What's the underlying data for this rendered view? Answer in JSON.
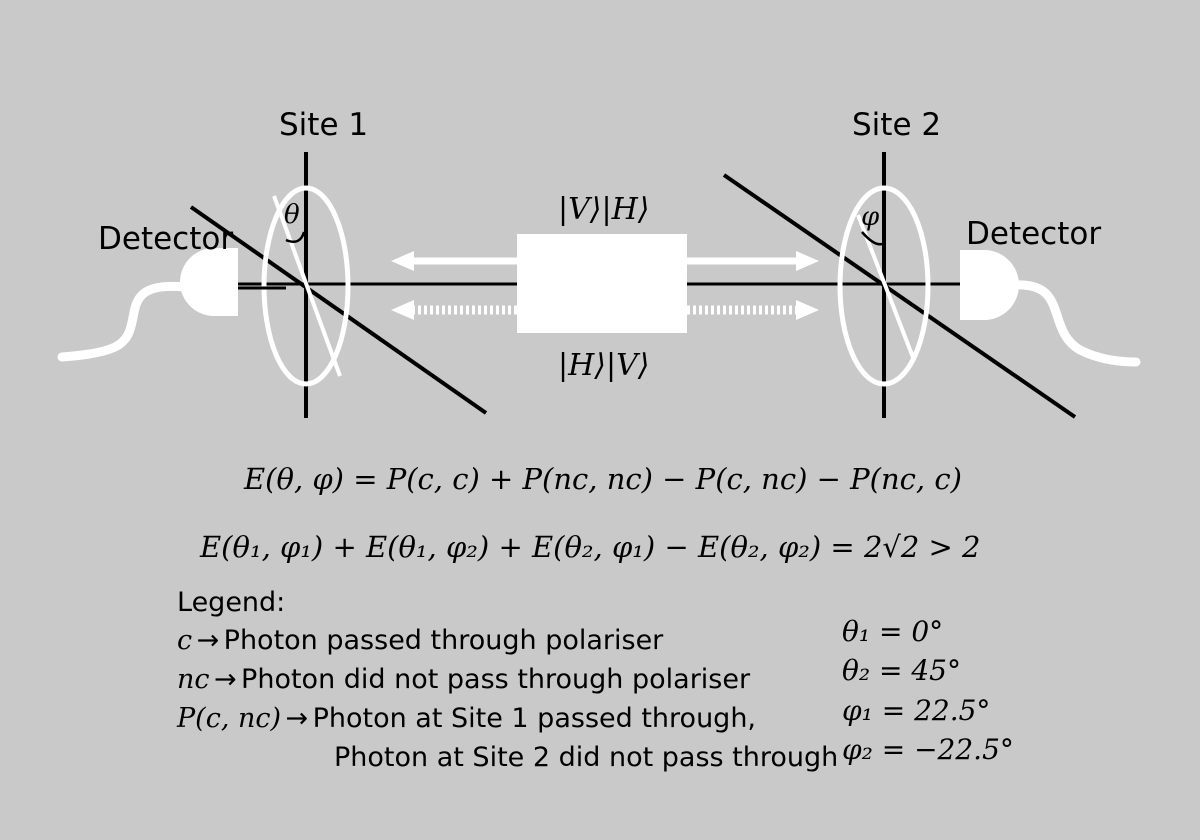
{
  "labels": {
    "site1": "Site 1",
    "site2": "Site 2",
    "detector_left": "Detector",
    "detector_right": "Detector",
    "theta_angle": "θ",
    "phi_angle": "φ",
    "ket_top": "|V⟩|H⟩",
    "ket_bottom": "|H⟩|V⟩"
  },
  "equations": {
    "eq1": "E(θ, φ) = P(c, c) + P(nc, nc) − P(c, nc) − P(nc, c)",
    "eq2": "E(θ₁, φ₁) + E(θ₁, φ₂) + E(θ₂, φ₁) − E(θ₂, φ₂) = 2√2 > 2"
  },
  "legend": {
    "title": "Legend:",
    "items": [
      {
        "symbol": "c",
        "arrow": "→",
        "text": "Photon passed through polariser"
      },
      {
        "symbol": "nc",
        "arrow": "→",
        "text": "Photon did not pass through polariser"
      },
      {
        "symbol": "P(c, nc)",
        "arrow": "→",
        "text": "Photon at Site 1 passed through,"
      }
    ],
    "continuation": "Photon at Site 2 did not pass through"
  },
  "angles": [
    "θ₁ = 0°",
    "θ₂ = 45°",
    "φ₁ = 22.5°",
    "φ₂ = −22.5°"
  ],
  "colors": {
    "background": "#c9c9c9",
    "white": "#ffffff",
    "black": "#000000",
    "dashed": "#b5b5b5"
  }
}
